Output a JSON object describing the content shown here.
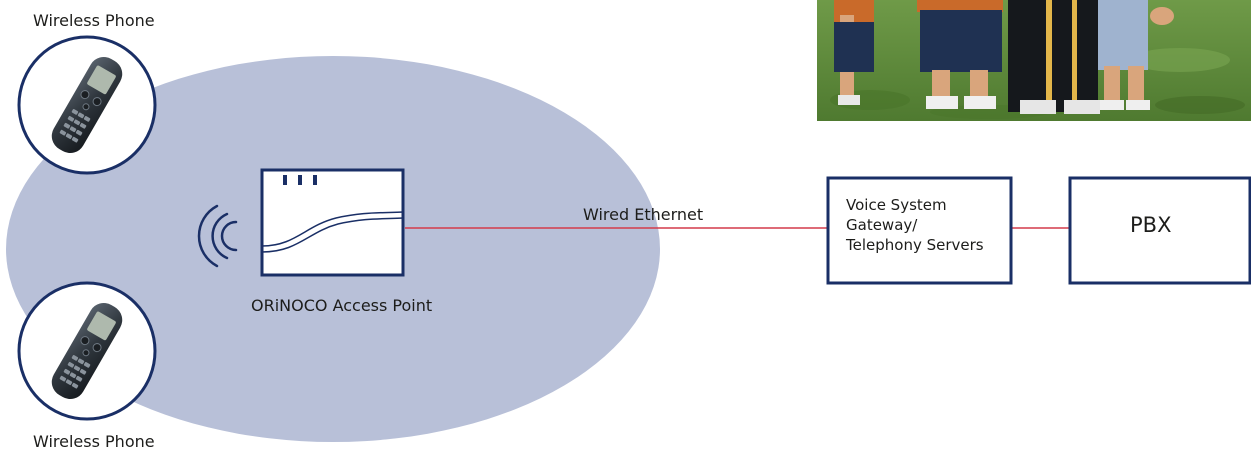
{
  "labels": {
    "phone_top": "Wireless Phone",
    "phone_bottom": "Wireless Phone",
    "access_point": "ORiNOCO Access Point",
    "wired": "Wired Ethernet",
    "gateway_line1": "Voice System",
    "gateway_line2": "Gateway/",
    "gateway_line3": "Telephony Servers",
    "pbx": "PBX"
  },
  "colors": {
    "cloud": "#b8c0d8",
    "outline": "#1a2f66",
    "link": "#d43a4a",
    "grass": "#5e8a3a"
  }
}
